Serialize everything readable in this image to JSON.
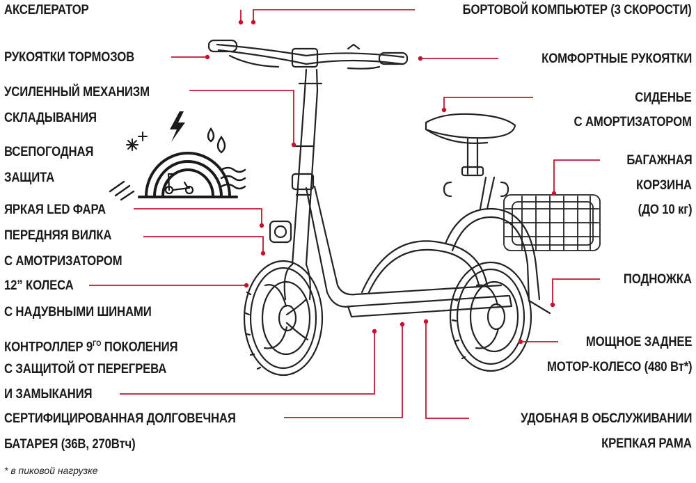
{
  "labels": {
    "accelerator": "АКСЕЛЕРАТОР",
    "computer": "БОРТОВОЙ КОМПЬЮТЕР (3 СКОРОСТИ)",
    "brakes": "РУКОЯТКИ ТОРМОЗОВ",
    "grips": "КОМФОРТНЫЕ РУКОЯТКИ",
    "folding_1": "УСИЛЕННЫЙ МЕХАНИЗМ",
    "folding_2": "СКЛАДЫВАНИЯ",
    "seat_1": "СИДЕНЬЕ",
    "seat_2": "С АМОРТИЗАТОРОМ",
    "weather_1": "ВСЕПОГОДНАЯ",
    "weather_2": "ЗАЩИТА",
    "basket_1": "БАГАЖНАЯ",
    "basket_2": "КОРЗИНА",
    "basket_3": "(ДО 10 кг)",
    "headlight": "ЯРКАЯ LED ФАРА",
    "fork_1": "ПЕРЕДНЯЯ ВИЛКА",
    "fork_2": "С АМОТРИЗАТОРОМ",
    "kickstand": "ПОДНОЖКА",
    "wheels_1": "12” КОЛЕСА",
    "wheels_2": "С НАДУВНЫМИ ШИНАМИ",
    "controller_1a": "КОНТРОЛЛЕР 9",
    "controller_1sup": "ГО",
    "controller_1b": " ПОКОЛЕНИЯ",
    "controller_2": "С ЗАЩИТОЙ ОТ ПЕРЕГРЕВА",
    "controller_3": "И ЗАМЫКАНИЯ",
    "motor_1": "МОЩНОЕ ЗАДНЕЕ",
    "motor_2": "МОТОР-КОЛЕСО (480 Вт*)",
    "battery_1": "СЕРТИФИЦИРОВАННАЯ ДОЛГОВЕЧНАЯ",
    "battery_2": "БАТАРЕЯ (36В, 270Втч)",
    "frame_1": "УДОБНАЯ В ОБСЛУЖИВАНИИ",
    "frame_2": "КРЕПКАЯ РАМА"
  },
  "footnote": "* в пиковой нагрузке",
  "colors": {
    "leader": "#c8102e",
    "text": "#1a1a1a",
    "drawing": "#222222"
  },
  "icons": [
    "snowflake-icon",
    "lightning-icon",
    "water-drops-icon",
    "wind-icon",
    "hail-icon",
    "scooter-icon"
  ]
}
